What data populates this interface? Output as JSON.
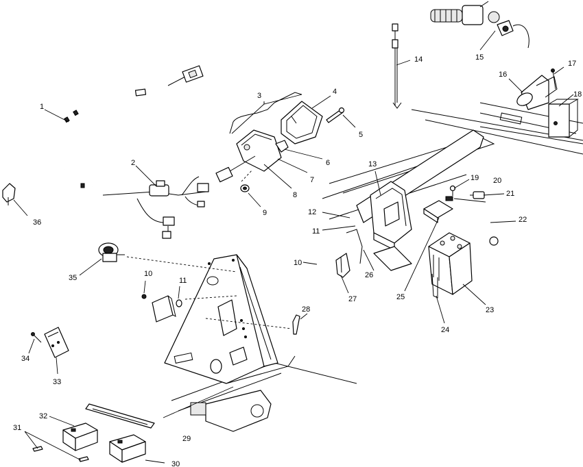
{
  "callouts": [
    {
      "id": "1",
      "label": "1"
    },
    {
      "id": "2",
      "label": "2"
    },
    {
      "id": "3",
      "label": "3"
    },
    {
      "id": "4",
      "label": "4"
    },
    {
      "id": "5",
      "label": "5"
    },
    {
      "id": "6",
      "label": "6"
    },
    {
      "id": "7",
      "label": "7"
    },
    {
      "id": "8",
      "label": "8"
    },
    {
      "id": "9",
      "label": "9"
    },
    {
      "id": "10a",
      "label": "10"
    },
    {
      "id": "10b",
      "label": "10"
    },
    {
      "id": "11a",
      "label": "11"
    },
    {
      "id": "11b",
      "label": "11"
    },
    {
      "id": "12",
      "label": "12"
    },
    {
      "id": "13",
      "label": "13"
    },
    {
      "id": "14",
      "label": "14"
    },
    {
      "id": "15",
      "label": "15"
    },
    {
      "id": "16",
      "label": "16"
    },
    {
      "id": "17",
      "label": "17"
    },
    {
      "id": "18",
      "label": "18"
    },
    {
      "id": "19",
      "label": "19"
    },
    {
      "id": "20",
      "label": "20"
    },
    {
      "id": "21",
      "label": "21"
    },
    {
      "id": "22",
      "label": "22"
    },
    {
      "id": "23",
      "label": "23"
    },
    {
      "id": "24",
      "label": "24"
    },
    {
      "id": "25",
      "label": "25"
    },
    {
      "id": "26",
      "label": "26"
    },
    {
      "id": "27",
      "label": "27"
    },
    {
      "id": "28",
      "label": "28"
    },
    {
      "id": "29",
      "label": "29"
    },
    {
      "id": "30",
      "label": "30"
    },
    {
      "id": "31",
      "label": "31"
    },
    {
      "id": "32",
      "label": "32"
    },
    {
      "id": "33",
      "label": "33"
    },
    {
      "id": "34",
      "label": "34"
    },
    {
      "id": "35",
      "label": "35"
    },
    {
      "id": "36",
      "label": "36"
    }
  ]
}
